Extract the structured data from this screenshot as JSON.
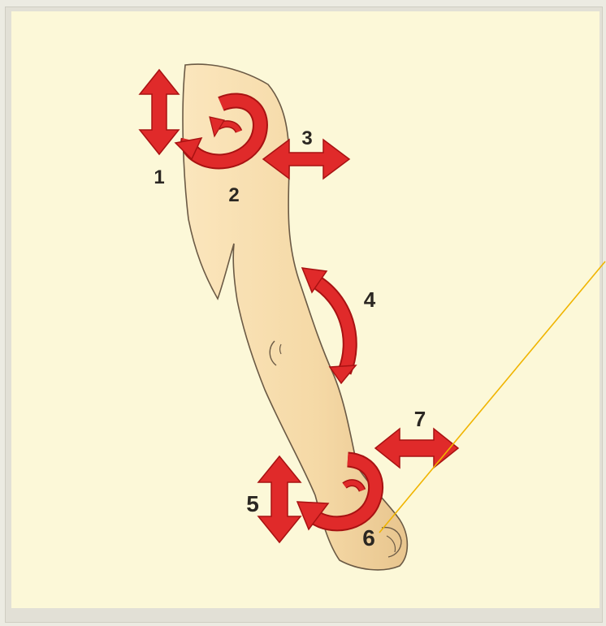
{
  "labels": [
    "1",
    "2",
    "3",
    "4",
    "5",
    "6",
    "7"
  ],
  "colors": {
    "arrow": "#e02a2a",
    "arrow_outline": "#a81212",
    "skin": "#f6dcaa",
    "skin_shadow": "#e4c08a",
    "skin_outline": "#6b5a45",
    "pointer_line": "#f0b400",
    "panel": "#fcf8d8",
    "frame": "#e2e0d6"
  },
  "icons": {
    "arrow_up_down": "double-arrow-vertical",
    "arrow_left_right": "double-arrow-horizontal",
    "arrow_rotation": "curved-rotation-arrow",
    "arrow_bend": "curved-bend-arrow"
  }
}
